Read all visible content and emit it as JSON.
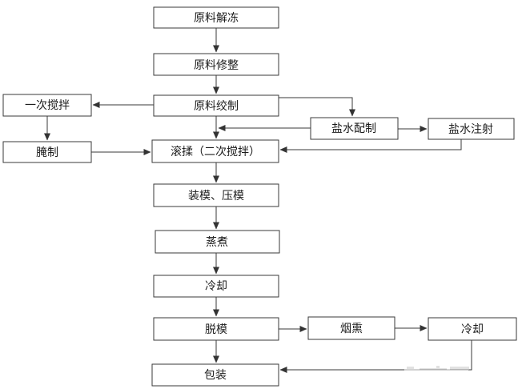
{
  "diagram": {
    "type": "flowchart",
    "background_color": "#ffffff",
    "line_color": "#3a3a3a",
    "box_border_color": "#3a3a3a",
    "text_color": "#1c1c1c",
    "nodes": {
      "thaw": {
        "label": "原料解冻"
      },
      "trim": {
        "label": "原料修整"
      },
      "grind": {
        "label": "原料绞制"
      },
      "first_mix": {
        "label": "一次搅拌"
      },
      "cure": {
        "label": "腌制"
      },
      "tumble": {
        "label": "滚揉（二次搅拌）"
      },
      "mold_press": {
        "label": "装模、压模"
      },
      "steam": {
        "label": "蒸煮"
      },
      "cool_1": {
        "label": "冷却"
      },
      "demold": {
        "label": "脱模"
      },
      "pack": {
        "label": "包装"
      },
      "brine_prep": {
        "label": "盐水配制"
      },
      "brine_inject": {
        "label": "盐水注射"
      },
      "smoke": {
        "label": "烟熏"
      },
      "cool_2": {
        "label": "冷却"
      }
    },
    "edges": [
      {
        "from": "thaw",
        "to": "trim"
      },
      {
        "from": "trim",
        "to": "grind"
      },
      {
        "from": "grind",
        "to": "first_mix"
      },
      {
        "from": "first_mix",
        "to": "cure"
      },
      {
        "from": "cure",
        "to": "tumble"
      },
      {
        "from": "grind",
        "to": "tumble"
      },
      {
        "from": "grind",
        "to": "brine_prep"
      },
      {
        "from": "brine_prep",
        "to": "grind-tumble-connector"
      },
      {
        "from": "brine_prep",
        "to": "brine_inject"
      },
      {
        "from": "brine_inject",
        "to": "tumble"
      },
      {
        "from": "tumble",
        "to": "mold_press"
      },
      {
        "from": "mold_press",
        "to": "steam"
      },
      {
        "from": "steam",
        "to": "cool_1"
      },
      {
        "from": "cool_1",
        "to": "demold"
      },
      {
        "from": "demold",
        "to": "pack"
      },
      {
        "from": "demold",
        "to": "smoke"
      },
      {
        "from": "smoke",
        "to": "cool_2"
      },
      {
        "from": "cool_2",
        "to": "pack"
      }
    ]
  }
}
